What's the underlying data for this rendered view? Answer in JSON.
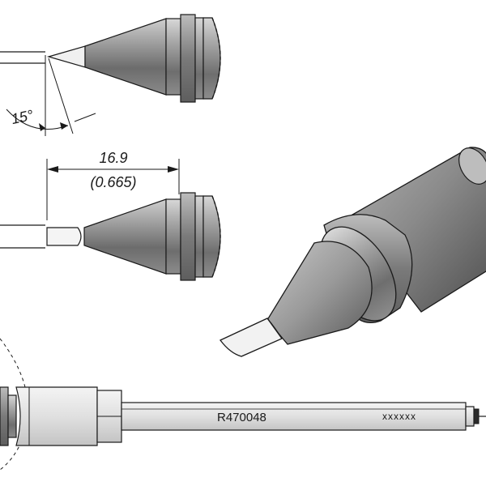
{
  "angle_view": {
    "angle_label": "15°"
  },
  "dimension_view": {
    "length_mm": "16.9",
    "length_in": "(0.665)"
  },
  "cartridge": {
    "part_number": "R470048",
    "code": "xxxxxx"
  },
  "colors": {
    "stroke": "#1a1a1a",
    "metal_light": "#e4e4e4",
    "metal_mid": "#9a9a9a",
    "metal_dark": "#555555",
    "tip_face": "#f2f2f2"
  }
}
